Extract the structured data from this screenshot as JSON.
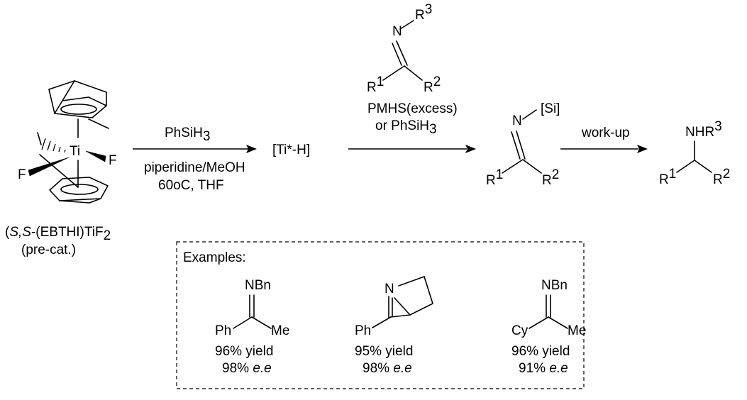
{
  "metal": "Ti",
  "fluoride": "F",
  "catalyst_name": {
    "italic": "S,S",
    "main": "-(EBTHI)TiF",
    "sub": "2"
  },
  "precat_label": "(pre-cat.)",
  "step1": {
    "reagent_main": "PhSiH",
    "reagent_sub": "3",
    "cond1": "piperidine/MeOH",
    "cond2": "60oC, THF"
  },
  "intermediate_hydride": "[Ti*-H]",
  "substrate": {
    "N": "N",
    "R1": "R",
    "R1_sup": "1",
    "R2": "R",
    "R2_sup": "2",
    "R3": "R",
    "R3_sup": "3"
  },
  "step2": {
    "cond1": "PMHS(excess)",
    "cond2_main": "or PhSiH",
    "cond2_sub": "3"
  },
  "silyl_amine": {
    "N": "N",
    "Si": "[Si]",
    "R1": "R",
    "R1_sup": "1",
    "R2": "R",
    "R2_sup": "2"
  },
  "step3": {
    "label": "work-up"
  },
  "product": {
    "amine": "NHR",
    "amine_sup": "3",
    "R1": "R",
    "R1_sup": "1",
    "R2": "R",
    "R2_sup": "2"
  },
  "examples_title": "Examples:",
  "examples": [
    {
      "top": "NBn",
      "left": "Ph",
      "right": "Me",
      "yield": "96% yield",
      "ee_value": "98%",
      "ee_label": "e.e"
    },
    {
      "top": "N",
      "left": "Ph",
      "right": "",
      "yield": "95% yield",
      "ee_value": "98%",
      "ee_label": "e.e"
    },
    {
      "top": "NBn",
      "left": "Cy",
      "right": "Me",
      "yield": "96% yield",
      "ee_value": "91%",
      "ee_label": "e.e"
    }
  ]
}
